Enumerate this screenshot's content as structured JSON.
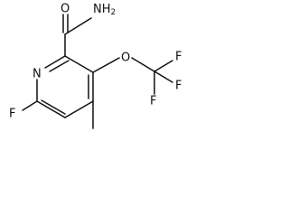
{
  "molecule": {
    "labels": {
      "amide_o": "O",
      "amide_n": "NH",
      "amide_n_subscript": "2",
      "ring_n": "N",
      "ring_f": "F",
      "ether_o": "O",
      "cf3_f1": "F",
      "cf3_f2": "F",
      "cf3_f3": "F"
    }
  }
}
